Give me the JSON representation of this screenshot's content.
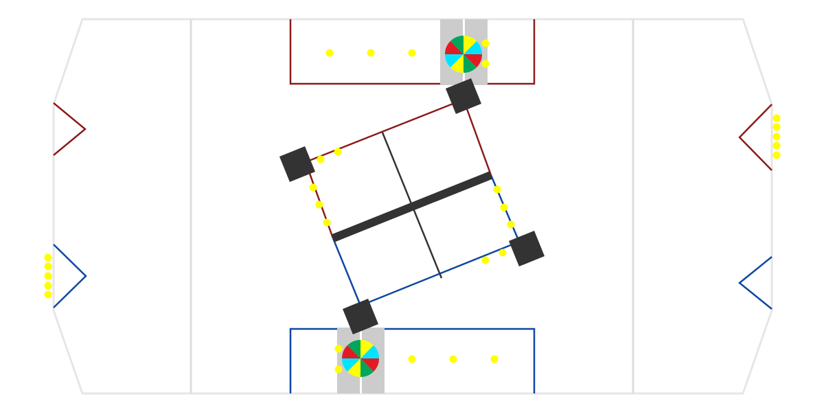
{
  "diagram": {
    "kind": "field-layout-top-view",
    "colors": {
      "background": "#ffffff",
      "boundary": "#e6e6e6",
      "red_alliance": "#8b1a1a",
      "blue_alliance": "#0d47a1",
      "game_piece": "#ffff00",
      "obstacle": "#333333",
      "lane": "#cccccc",
      "divider": "#333333"
    },
    "wheel_palette": [
      "#ffff00",
      "#00e5ff",
      "#e01b24",
      "#00a65a"
    ],
    "elements": {
      "boundary": "field-boundary",
      "left_line": "left-zone-line",
      "right_line": "right-zone-line",
      "red_zone": "red-alliance-zone",
      "blue_zone": "blue-alliance-zone",
      "red_lane": "red-zone-lane",
      "blue_lane": "blue-zone-lane",
      "red_wheel": "red-zone-color-wheel",
      "blue_wheel": "blue-zone-color-wheel",
      "center": "center-structure",
      "bar": "center-balance-bar",
      "corner_blocks": "corner-block",
      "pieces": "game-piece",
      "chevrons": "alliance-chevron"
    }
  }
}
